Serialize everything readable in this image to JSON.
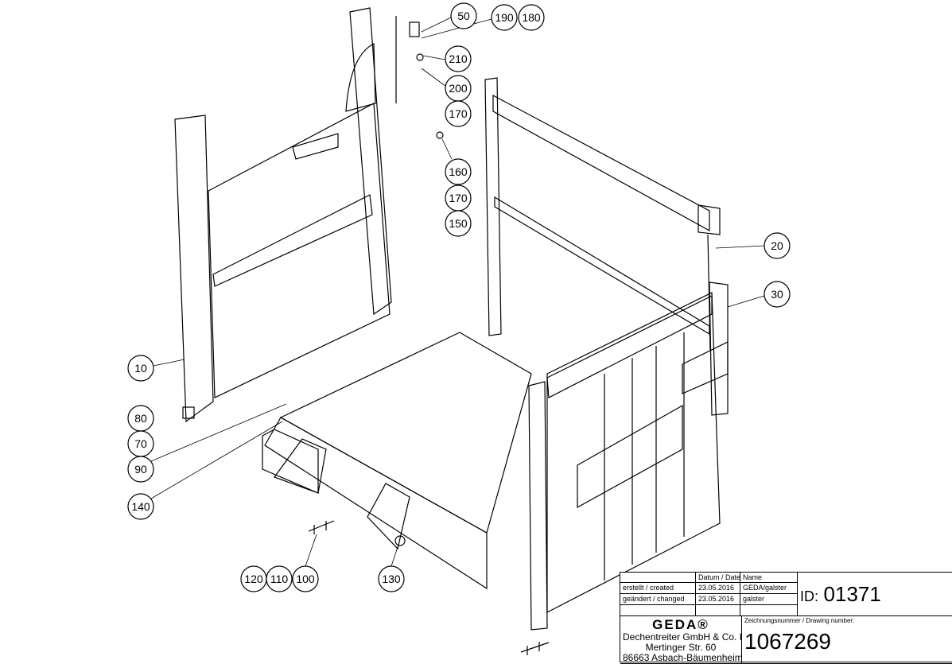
{
  "callouts": [
    "50",
    "190",
    "180",
    "210",
    "200",
    "170",
    "160",
    "170",
    "150",
    "20",
    "30",
    "10",
    "80",
    "70",
    "90",
    "140",
    "120",
    "110",
    "100",
    "130"
  ],
  "title_block": {
    "header_date": "Datum / Date",
    "header_name": "Name",
    "created_label": "erstellt / created",
    "created_date": "23.05.2016",
    "created_name": "GEDA/galster",
    "changed_label": "geändert / changed",
    "changed_date": "23.05.2016",
    "changed_name": "galster",
    "id_label": "ID:",
    "id_value": "01371",
    "logo": "GEDA®",
    "company": "Dechentreiter GmbH & Co. KG",
    "street": "Mertinger Str. 60",
    "city": "86663 Asbach-Bäumenheim",
    "drawing_number_label": "Zeichnungsnummer / Drawing number:",
    "drawing_number": "1067269"
  }
}
